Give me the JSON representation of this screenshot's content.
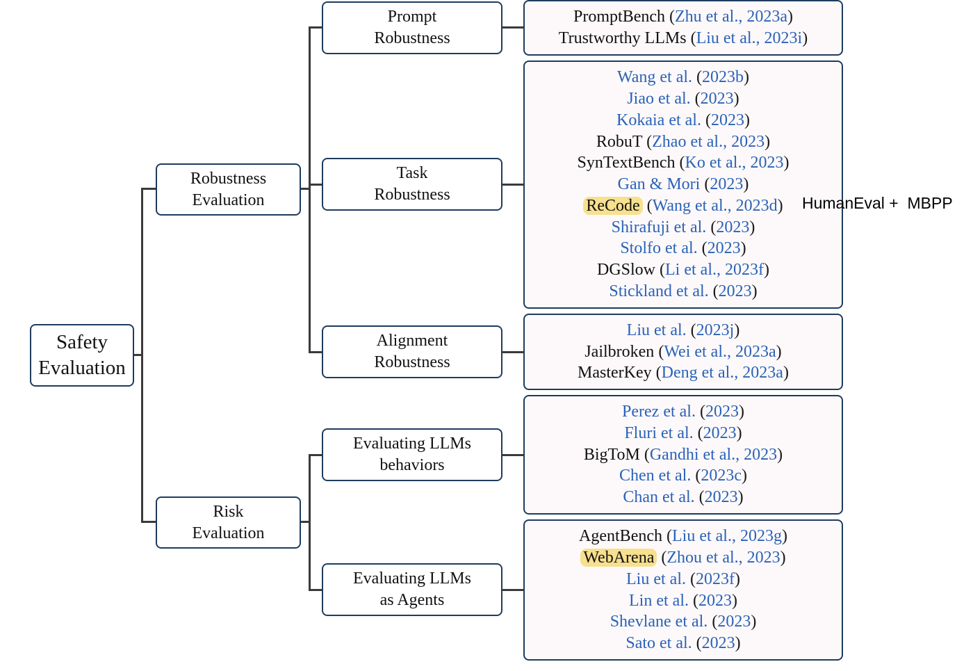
{
  "taxonomy": {
    "root": {
      "label_lines": [
        "Safety",
        "Evaluation"
      ]
    },
    "categories": [
      {
        "label_lines": [
          "Robustness",
          "Evaluation"
        ],
        "children": [
          {
            "label_lines": [
              "Prompt",
              "Robustness"
            ],
            "entries": [
              {
                "name": "PromptBench",
                "highlight": false,
                "authors": "Zhu et al.",
                "year": "2023a",
                "style": "parenthetical"
              },
              {
                "name": "Trustworthy LLMs",
                "highlight": false,
                "authors": "Liu et al.",
                "year": "2023i",
                "style": "parenthetical"
              }
            ]
          },
          {
            "label_lines": [
              "Task",
              "Robustness"
            ],
            "entries": [
              {
                "name": "",
                "highlight": false,
                "authors": "Wang et al.",
                "year": "2023b",
                "style": "textual"
              },
              {
                "name": "",
                "highlight": false,
                "authors": "Jiao et al.",
                "year": "2023",
                "style": "textual"
              },
              {
                "name": "",
                "highlight": false,
                "authors": "Kokaia et al.",
                "year": "2023",
                "style": "textual"
              },
              {
                "name": "RobuT",
                "highlight": false,
                "authors": "Zhao et al.",
                "year": "2023",
                "style": "parenthetical"
              },
              {
                "name": "SynTextBench",
                "highlight": false,
                "authors": "Ko et al.",
                "year": "2023",
                "style": "parenthetical"
              },
              {
                "name": "",
                "highlight": false,
                "authors": "Gan & Mori",
                "year": "2023",
                "style": "textual"
              },
              {
                "name": "ReCode",
                "highlight": true,
                "authors": "Wang et al.",
                "year": "2023d",
                "style": "parenthetical"
              },
              {
                "name": "",
                "highlight": false,
                "authors": "Shirafuji et al.",
                "year": "2023",
                "style": "textual"
              },
              {
                "name": "",
                "highlight": false,
                "authors": "Stolfo et al.",
                "year": "2023",
                "style": "textual"
              },
              {
                "name": "DGSlow",
                "highlight": false,
                "authors": "Li et al.",
                "year": "2023f",
                "style": "parenthetical"
              },
              {
                "name": "",
                "highlight": false,
                "authors": "Stickland et al.",
                "year": "2023",
                "style": "textual"
              }
            ]
          },
          {
            "label_lines": [
              "Alignment",
              "Robustness"
            ],
            "entries": [
              {
                "name": "",
                "highlight": false,
                "authors": "Liu et al.",
                "year": "2023j",
                "style": "textual"
              },
              {
                "name": "Jailbroken",
                "highlight": false,
                "authors": "Wei et al.",
                "year": "2023a",
                "style": "parenthetical"
              },
              {
                "name": "MasterKey",
                "highlight": false,
                "authors": "Deng et al.",
                "year": "2023a",
                "style": "parenthetical"
              }
            ]
          }
        ]
      },
      {
        "label_lines": [
          "Risk",
          "Evaluation"
        ],
        "children": [
          {
            "label_lines": [
              "Evaluating LLMs",
              "behaviors"
            ],
            "entries": [
              {
                "name": "",
                "highlight": false,
                "authors": "Perez et al.",
                "year": "2023",
                "style": "textual"
              },
              {
                "name": "",
                "highlight": false,
                "authors": "Fluri et al.",
                "year": "2023",
                "style": "textual"
              },
              {
                "name": "BigToM",
                "highlight": false,
                "authors": "Gandhi et al.",
                "year": "2023",
                "style": "parenthetical"
              },
              {
                "name": "",
                "highlight": false,
                "authors": "Chen et al.",
                "year": "2023c",
                "style": "textual"
              },
              {
                "name": "",
                "highlight": false,
                "authors": "Chan et al.",
                "year": "2023",
                "style": "textual"
              }
            ]
          },
          {
            "label_lines": [
              "Evaluating LLMs",
              "as Agents"
            ],
            "entries": [
              {
                "name": "AgentBench",
                "highlight": false,
                "authors": "Liu et al.",
                "year": "2023g",
                "style": "parenthetical"
              },
              {
                "name": "WebArena",
                "highlight": true,
                "authors": "Zhou et al.",
                "year": "2023",
                "style": "parenthetical"
              },
              {
                "name": "",
                "highlight": false,
                "authors": "Liu et al.",
                "year": "2023f",
                "style": "textual"
              },
              {
                "name": "",
                "highlight": false,
                "authors": "Lin et al.",
                "year": "2023",
                "style": "textual"
              },
              {
                "name": "",
                "highlight": false,
                "authors": "Shevlane et al.",
                "year": "2023",
                "style": "textual"
              },
              {
                "name": "",
                "highlight": false,
                "authors": "Sato et al.",
                "year": "2023",
                "style": "textual"
              }
            ]
          }
        ]
      }
    ]
  },
  "annotation": {
    "text": "HumanEval +  MBPP"
  },
  "colors": {
    "box_border": "#1d3c5e",
    "connector": "#3a3a3a",
    "leaf_fill": "#fdf9fa",
    "citation_blue": "#2a62b8",
    "highlight": "#f7e08e"
  }
}
